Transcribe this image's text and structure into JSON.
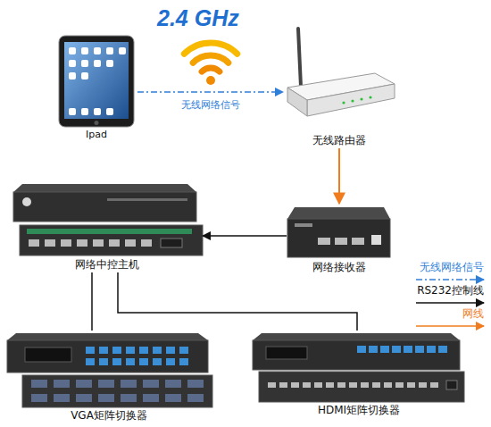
{
  "diagram": {
    "nodes": [
      {
        "text": [
          "Ipad"
        ]
      },
      {
        "text": [
          "无线路由器"
        ]
      },
      {
        "text": [
          "网络中控主机"
        ]
      },
      {
        "text": [
          "网络接收器"
        ]
      },
      {
        "text": [
          "VGA矩阵切换器"
        ]
      },
      {
        "text": [
          "HDMI矩阵切换器"
        ]
      }
    ],
    "edges": [
      {
        "from": 0,
        "to": 1,
        "arrow": "to",
        "label": "无线网络信号"
      },
      {
        "from": 1,
        "to": 3,
        "arrow": "to"
      },
      {
        "from": 3,
        "to": 2,
        "arrow": "to"
      },
      {
        "from": 2,
        "to": 4,
        "arrow": "none"
      },
      {
        "from": 2,
        "to": 5,
        "arrow": "none"
      }
    ],
    "labels": [
      "2.4 GHz"
    ],
    "legend": [
      {
        "text": "无线网络信号"
      },
      {
        "text": "RS232控制线"
      },
      {
        "text": "网线"
      }
    ]
  }
}
